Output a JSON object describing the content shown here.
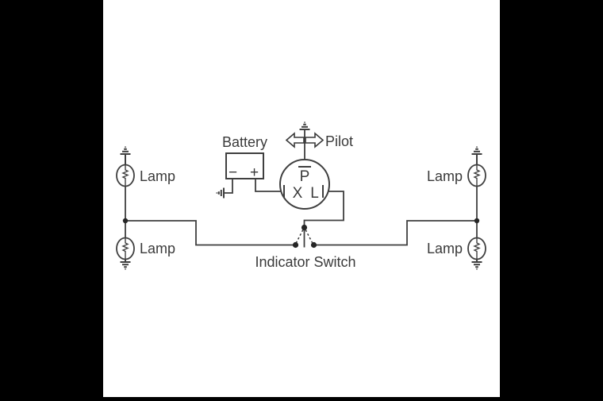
{
  "colors": {
    "background": "#000000",
    "panel": "#ffffff",
    "line": "#3f3f3f",
    "text": "#3a3a3a",
    "dot": "#262626"
  },
  "diagram": {
    "type": "circuit-schematic",
    "subject": "turn-indicator flasher wiring",
    "battery": {
      "label": "Battery",
      "negative": "−",
      "positive": "+"
    },
    "flasher": {
      "terminal_top": "P",
      "terminal_left": "X",
      "terminal_right": "L"
    },
    "pilot": {
      "label": "Pilot"
    },
    "switch": {
      "label": "Indicator Switch"
    },
    "lamps": {
      "top_left": "Lamp",
      "bottom_left": "Lamp",
      "top_right": "Lamp",
      "bottom_right": "Lamp"
    }
  }
}
